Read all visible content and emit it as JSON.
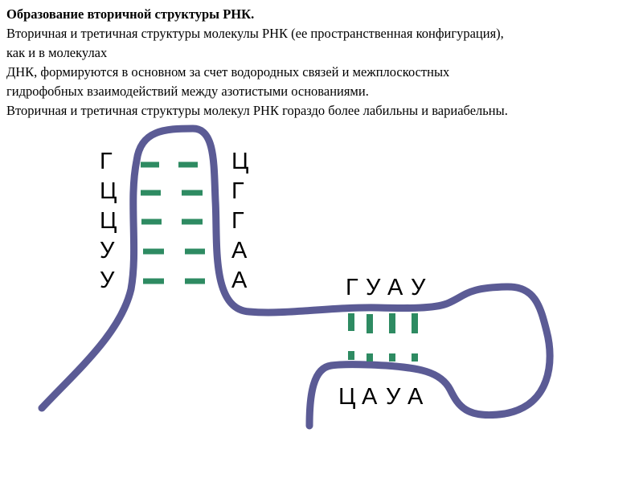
{
  "heading": {
    "title": "Образование вторичной структуры РНК.",
    "lines": [
      "Вторичная и третичная структуры молекулы РНК (ее пространственная конфигурация),",
      " как и в молекулах",
      "ДНК, формируются в основном за счет водородных связей и межплоскостных",
      "гидрофобных взаимодействий между азотистыми основаниями.",
      "Вторичная и третичная структуры молекул РНК гораздо более лабильны и вариабельны."
    ]
  },
  "diagram": {
    "colors": {
      "strand": "#5b5b95",
      "bond": "#2e8b62"
    },
    "hairpin": {
      "left_bases": [
        "Г",
        "Ц",
        "Ц",
        "У",
        "У"
      ],
      "right_bases": [
        "Ц",
        "Г",
        "Г",
        "А",
        "А"
      ]
    },
    "loop": {
      "top_bases": [
        "Г",
        "У",
        "А",
        "У"
      ],
      "bottom_bases": [
        "Ц",
        "А",
        "У",
        "А"
      ]
    }
  }
}
